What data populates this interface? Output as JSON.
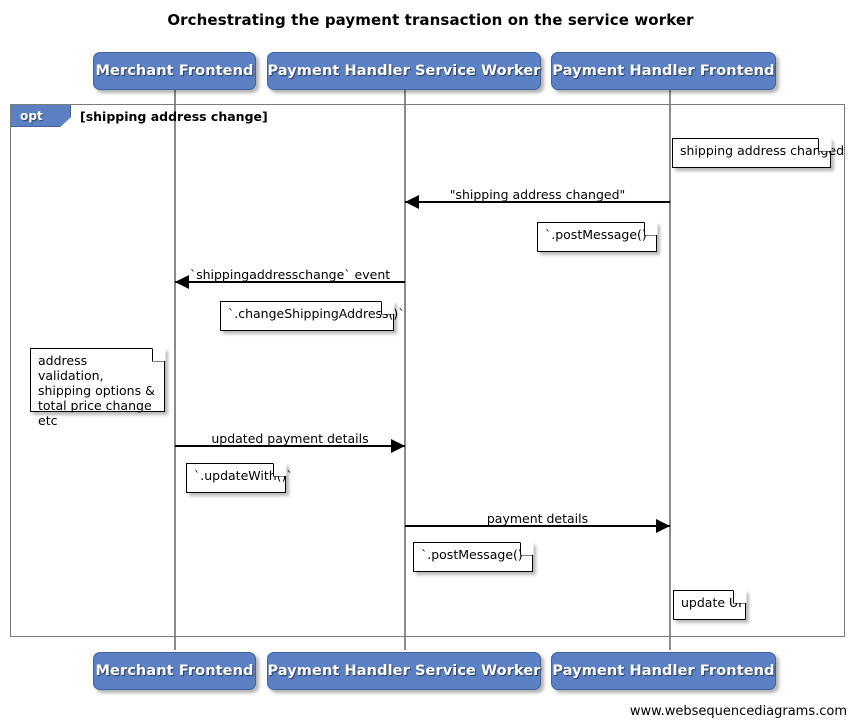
{
  "title": "Orchestrating the payment transaction on the service worker",
  "footer": "www.websequencediagrams.com",
  "colors": {
    "participant_fill": "#5b80c4",
    "participant_border": "#41619e",
    "frame_border": "#7b7b7b",
    "lifeline": "#8b8b8b",
    "note_fill": "#ffffff",
    "arrow": "#000000"
  },
  "participants": [
    {
      "id": "merchant-frontend",
      "label": "Merchant Frontend"
    },
    {
      "id": "payment-handler-service-worker",
      "label": "Payment Handler Service Worker"
    },
    {
      "id": "payment-handler-frontend",
      "label": "Payment Handler Frontend"
    }
  ],
  "fragment": {
    "type": "opt",
    "tag": "opt",
    "condition": "[shipping address change]"
  },
  "messages": [
    {
      "id": "shipping-address-changed",
      "label": "\"shipping address changed\"",
      "from": "payment-handler-frontend",
      "to": "payment-handler-service-worker",
      "direction": "left"
    },
    {
      "id": "shippingaddresschange-event",
      "label": "`shippingaddresschange` event",
      "from": "payment-handler-service-worker",
      "to": "merchant-frontend",
      "direction": "left"
    },
    {
      "id": "updated-payment-details",
      "label": "updated payment details",
      "from": "merchant-frontend",
      "to": "payment-handler-service-worker",
      "direction": "right"
    },
    {
      "id": "payment-details",
      "label": "payment details",
      "from": "payment-handler-service-worker",
      "to": "payment-handler-frontend",
      "direction": "right"
    }
  ],
  "notes": [
    {
      "id": "note-shipping-address-changed",
      "lines": [
        "shipping address changed"
      ]
    },
    {
      "id": "note-post-message-1",
      "lines": [
        "`.postMessage()`"
      ]
    },
    {
      "id": "note-change-shipping-address",
      "lines": [
        "`.changeShippingAddress()`"
      ]
    },
    {
      "id": "note-address-validation",
      "lines": [
        "address validation,",
        "shipping options &",
        "total price change etc"
      ]
    },
    {
      "id": "note-update-with",
      "lines": [
        "`.updateWith()`"
      ]
    },
    {
      "id": "note-post-message-2",
      "lines": [
        "`.postMessage()`"
      ]
    },
    {
      "id": "note-update-ui",
      "lines": [
        "update UI"
      ]
    }
  ]
}
